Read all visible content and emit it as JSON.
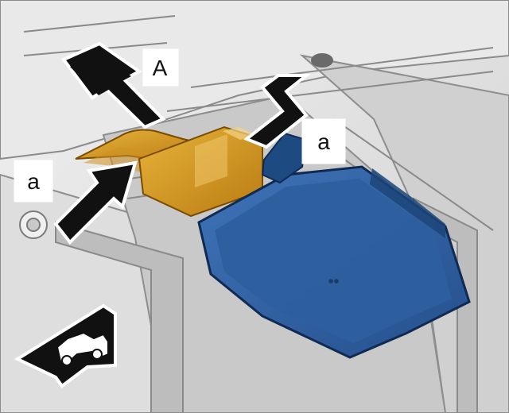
{
  "labels": {
    "arrow_main": "A",
    "arrow_top": "a",
    "arrow_left": "a"
  },
  "icons": {
    "front_direction": "car-front-direction-icon"
  },
  "colors": {
    "module_blue": "#2f5e9e",
    "module_blue_dark": "#163463",
    "connector_orange": "#d79a1c",
    "connector_orange_dark": "#9a6410",
    "panel_gray": "#d7d7d7",
    "panel_gray_dark": "#7f7f7f",
    "arrow_black": "#111111"
  }
}
